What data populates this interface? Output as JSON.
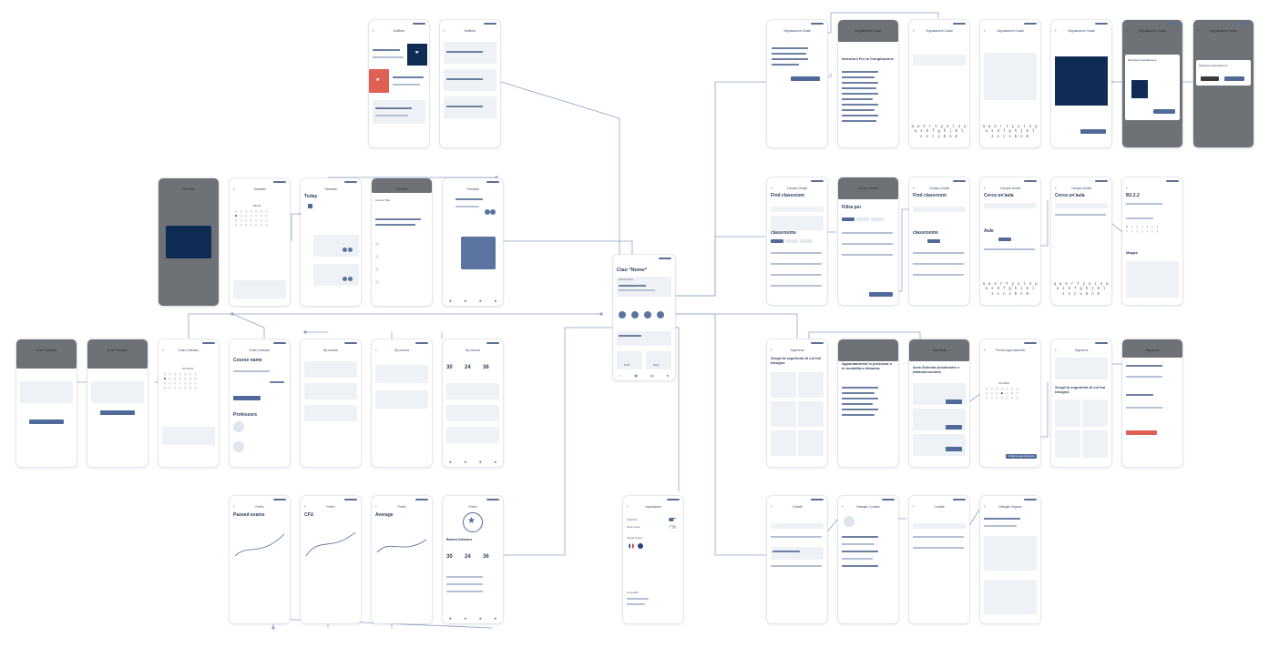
{
  "home": {
    "title": "Ciao *Nome*",
    "news_title": "Notizia Vicina",
    "tiles": [
      "Profili",
      "Mappe"
    ]
  },
  "news": {
    "title": "Notifiche"
  },
  "reports": {
    "title": "Segnalazione Guasti",
    "instr_title": "Istruzioni Per la Compilazione",
    "keyboard": [
      "q w e r t y u i o p",
      "a s d f g h j k l",
      "z x c v b n m"
    ],
    "dialog_title": "Riepilogo Segnalazione"
  },
  "classrooms": {
    "header": "Campus Guasti",
    "find": "Find classroom",
    "filter": "Filtra per",
    "list_title": "classrooms",
    "search_title": "Cerca un'aula",
    "aula": "Aule",
    "room": "B2.2.2",
    "map_label": "Mappa"
  },
  "secretary": {
    "header": "Segreteria",
    "title": "Scegli la segreteria di cui hai bisogno",
    "appointment": "Appuntamento in presenza o in modalità a distanza",
    "area": "Area Sistema Ansi/mister e biblioteconomia",
    "pick": "Prenota appuntamento",
    "month": "Oct 2021",
    "done": "Conferma appuntamento"
  },
  "contacts": {
    "header": "Contatti",
    "detail": "Dettaglio Contatto",
    "segnala": "Dettaglio Segnala"
  },
  "timetable": {
    "header": "Timetable",
    "today": "Today",
    "month": "Month",
    "course": "Course Title"
  },
  "exams": {
    "header": "Exam Calendar",
    "course": "Course name",
    "professors": "Professors",
    "my_courses": "My courses",
    "stats": [
      "30",
      "24",
      "36"
    ],
    "month": "Oct 2021"
  },
  "profile": {
    "header": "Profilo",
    "passed": "Passed exams",
    "cfu": "CFU",
    "average": "Average",
    "name": "Bamica Dettesico",
    "stats": [
      "30",
      "24",
      "36"
    ]
  },
  "settings": {
    "header": "Impostazioni",
    "items": [
      "Notifiche",
      "Dark mode",
      "Scegli lingua"
    ],
    "copyright": "Copyright"
  }
}
